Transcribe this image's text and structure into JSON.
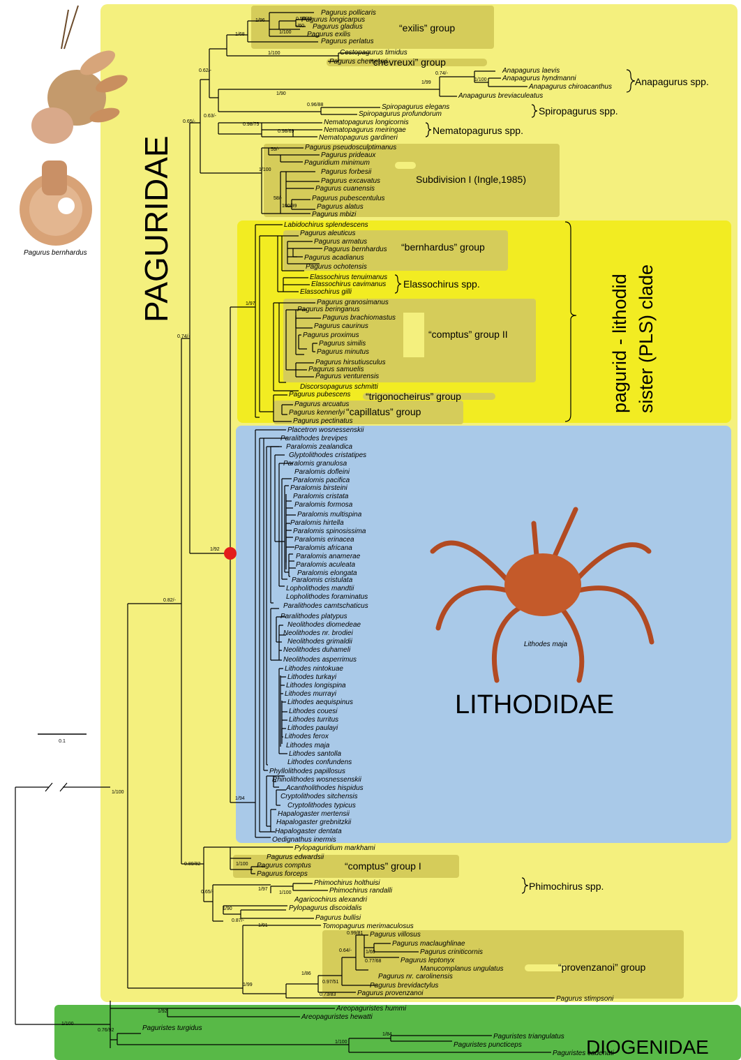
{
  "colors": {
    "paguridae_bg": "#f4f07e",
    "pls_bg": "#f2ec22",
    "lithodidae_bg": "#a9c9e8",
    "diogenidae_bg": "#58b947",
    "group_box": "#d5cc5a",
    "node_marker": "#e31c1c"
  },
  "families": {
    "paguridae": "PAGURIDAE",
    "lithodidae": "LITHODIDAE",
    "diogenidae": "DIOGENIDAE",
    "pls_line1": "pagurid - lithodid",
    "pls_line2": "sister (PLS) clade"
  },
  "images": {
    "hermit_crab_caption": "Pagurus bernhardus",
    "king_crab_caption": "Lithodes maja"
  },
  "scale_bar_label": "0.1",
  "group_labels": {
    "exilis": "“exilis” group",
    "chevreuxi": "“chevreuxi” group",
    "anapagurus": "Anapagurus spp.",
    "spiropagurus": "Spiropagurus spp.",
    "nematopagurus": "Nematopagurus spp.",
    "subdivision": "Subdivision I (Ingle,1985)",
    "bernhardus": "“bernhardus” group",
    "elassochirus": "Elassochirus spp.",
    "comptus2": "“comptus” group II",
    "trigonocheirus": "“trigonocheirus” group",
    "capillatus": "“capillatus” group",
    "comptus1": "“comptus” group I",
    "phimochirus": "Phimochirus spp.",
    "provenzanoi": "“provenzanoi” group"
  },
  "taxa": [
    "Pagurus pollicaris",
    "Pagurus longicarpus",
    "Pagurus gladius",
    "Pagurus exilis",
    "Pagurus perlatus",
    "Cestopagurus timidus",
    "Pagurus chevreuxi",
    "Anapagurus laevis",
    "Anapagurus hyndmanni",
    "Anapagurus chiroacanthus",
    "Anapagurus breviaculeatus",
    "Spiropagurus elegans",
    "Spiropagurus profundorum",
    "Nematopagurus longicornis",
    "Nematopagurus meiringae",
    "Nematopagurus gardineri",
    "Pagurus pseudosculptimanus",
    "Pagurus prideaux",
    "Paguridium minimum",
    "Pagurus forbesii",
    "Pagurus excavatus",
    "Pagurus cuanensis",
    "Pagurus pubescentulus",
    "Pagurus alatus",
    "Pagurus mbizi",
    "Labidochirus splendescens",
    "Pagurus aleuticus",
    "Pagurus armatus",
    "Pagurus bernhardus",
    "Pagurus acadianus",
    "Pagurus ochotensis",
    "Elassochirus tenuimanus",
    "Elassochirus cavimanus",
    "Elassochirus gilli",
    "Pagurus granosimanus",
    "Pagurus beringanus",
    "Pagurus brachiomastus",
    "Pagurus caurinus",
    "Pagurus proximus",
    "Pagurus similis",
    "Pagurus minutus",
    "Pagurus hirsutiusculus",
    "Pagurus samuelis",
    "Pagurus venturensis",
    "Discorsopagurus schmitti",
    "Pagurus pubescens",
    "Pagurus arcuatus",
    "Pagurus kennerlyi",
    "Pagurus pectinatus",
    "Placetron wosnessenskii",
    "Paralithodes brevipes",
    "Paralomis zealandica",
    "Glyptolithodes cristatipes",
    "Paralomis granulosa",
    "Paralomis dofleini",
    "Paralomis pacifica",
    "Paralomis birsteini",
    "Paralomis cristata",
    "Paralomis formosa",
    "Paralomis multispina",
    "Paralomis hirtella",
    "Paralomis spinosissima",
    "Paralomis erinacea",
    "Paralomis africana",
    "Paralomis anamerae",
    "Paralomis aculeata",
    "Paralomis elongata",
    "Paralomis cristulata",
    "Lopholithodes mandtii",
    "Lopholithodes foraminatus",
    "Paralithodes camtschaticus",
    "Paralithodes platypus",
    "Neolithodes diomedeae",
    "Neolithodes nr. brodiei",
    "Neolithodes grimaldii",
    "Neolithodes duhameli",
    "Neolithodes asperrimus",
    "Lithodes nintokuae",
    "Lithodes turkayi",
    "Lithodes longispina",
    "Lithodes murrayi",
    "Lithodes aequispinus",
    "Lithodes couesi",
    "Lithodes turritus",
    "Lithodes paulayi",
    "Lithodes ferox",
    "Lithodes maja",
    "Lithodes santolla",
    "Lithodes confundens",
    "Phyllolithodes papillosus",
    "Rhinolithodes wosnessenskii",
    "Acantholithodes hispidus",
    "Cryptolithodes sitchensis",
    "Cryptolithodes typicus",
    "Hapalogaster mertensii",
    "Hapalogaster grebnitzkii",
    "Hapalogaster dentata",
    "Oedignathus inermis",
    "Pylopaguridium markhami",
    "Pagurus edwardsii",
    "Pagurus comptus",
    "Pagurus forceps",
    "Phimochirus holthuisi",
    "Phimochirus randalli",
    "Agaricochirus alexandri",
    "Pylopagurus discoidalis",
    "Pagurus bullisi",
    "Tomopagurus merimaculosus",
    "Pagurus villosus",
    "Pagurus maclaughlinae",
    "Pagurus criniticornis",
    "Pagurus leptonyx",
    "Manucomplanus ungulatus",
    "Pagurus nr. carolinensis",
    "Pagurus brevidactylus",
    "Pagurus provenzanoi",
    "Pagurus stimpsoni",
    "Areopaguristes hummi",
    "Areopaguristes hewatti",
    "Paguristes turgidus",
    "Paguristes triangulatus",
    "Paguristes puncticeps",
    "Paguristes cadenati"
  ],
  "supports": [
    "1/96",
    "0.58/75",
    "-/60",
    "1/100",
    "1/68",
    "1/100",
    "0.62/-",
    "0.74/-",
    "1/100",
    "1/99",
    "1/90",
    "0.96/88",
    "0.63/-",
    "0.98/75",
    "0.98/69",
    "0.65/-",
    "59/-",
    "1/100",
    "58/-",
    "100/99",
    "1/97",
    "0.74/-",
    "1/92",
    "0.82/-",
    "1/94",
    "1/100",
    "0.89/82",
    "1/100",
    "0.65/-",
    "1/97",
    "1/100",
    "1/90",
    "0.87/-",
    "1/91",
    "0.99/81",
    "0.64/-",
    "1/60",
    "0.77/68",
    "0.97/51",
    "1/86",
    "1/99",
    "0.73/83",
    "1/92",
    "1/100",
    "0.76/92",
    "1/84",
    "1/100"
  ]
}
